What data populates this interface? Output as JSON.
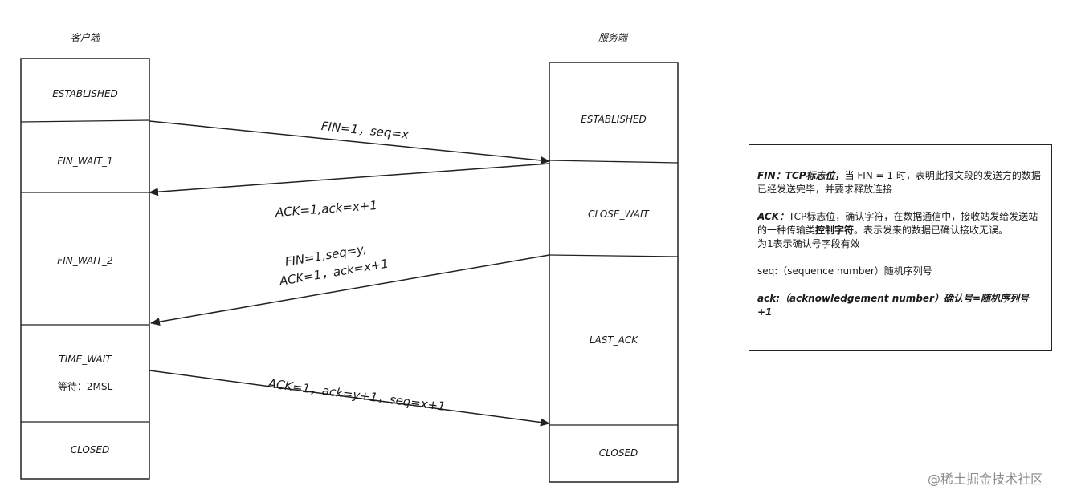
{
  "client": {
    "title": "客户端",
    "states": [
      "ESTABLISHED",
      "FIN_WAIT_1",
      "FIN_WAIT_2",
      "TIME_WAIT",
      "等待：2MSL",
      "CLOSED"
    ]
  },
  "server": {
    "title": "服务端",
    "states": [
      "ESTABLISHED",
      "CLOSE_WAIT",
      "LAST_ACK",
      "CLOSED"
    ]
  },
  "messages": [
    "FIN=1，seq=x",
    "ACK=1,ack=x+1",
    "FIN=1,seq=y,",
    "ACK=1，ack=x+1",
    "ACK=1，ack=y+1，seq=x+1"
  ],
  "legend": {
    "fin_term": "FIN：TCP标志位，",
    "fin_desc": "当 FIN = 1 时，表明此报文段的发送方的数据已经发送完毕，并要求释放连接",
    "ack_term": "ACK：",
    "ack_desc_1": "TCP标志位，确认字符，在数据通信中，接收站发给发送站的一种传输类",
    "ack_desc_bold": "控制字符",
    "ack_desc_2": "。表示发来的数据已确认接收无误。",
    "ack_desc_3": "为1表示确认号字段有效",
    "seq_desc": "seq:（sequence number）随机序列号",
    "ack_lower": "ack:（acknowledgement number）确认号=随机序列号+1"
  },
  "watermark": "@稀土掘金技术社区"
}
